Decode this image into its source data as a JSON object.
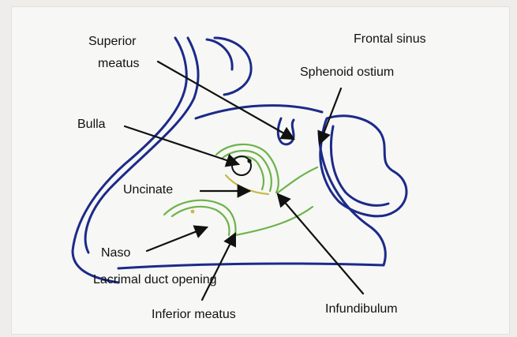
{
  "labels": {
    "superior_meatus_line1": "Superior",
    "superior_meatus_line2": "meatus",
    "frontal_sinus": "Frontal sinus",
    "sphenoid_ostium": "Sphenoid ostium",
    "bulla": "Bulla",
    "uncinate": "Uncinate",
    "naso": "Naso",
    "lacrimal_duct_opening": "Lacrimal duct opening",
    "inferior_meatus": "Inferior meatus",
    "infundibulum": "Infundibulum"
  },
  "colors": {
    "outline": "#1c2a8a",
    "turbinate": "#6db34a",
    "uncinate": "#c9b84a",
    "arrow": "#111111",
    "text": "#111111"
  }
}
